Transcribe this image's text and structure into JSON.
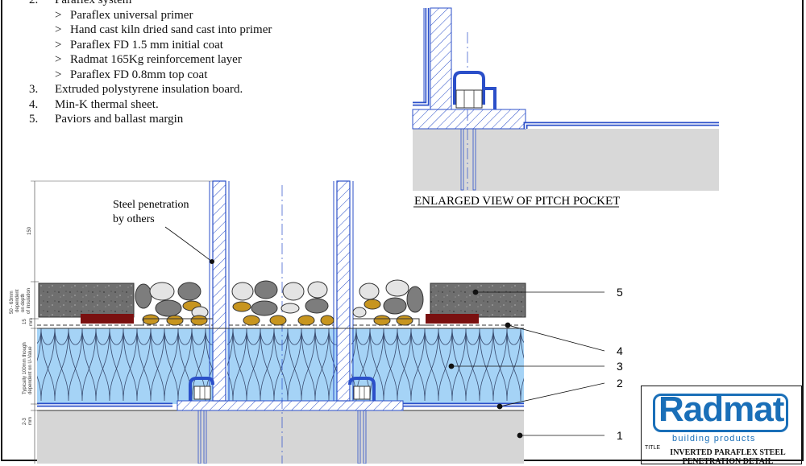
{
  "notes": {
    "items": [
      {
        "num": "2.",
        "text": "Paraflex system"
      },
      {
        "sub": "Paraflex universal primer"
      },
      {
        "sub": "Hand cast kiln dried sand cast into primer"
      },
      {
        "sub": "Paraflex FD 1.5 mm initial coat"
      },
      {
        "sub": "Radmat 165Kg reinforcement layer"
      },
      {
        "sub": "Paraflex FD 0.8mm top coat"
      },
      {
        "num": "3.",
        "text": "Extruded polystyrene insulation board."
      },
      {
        "num": "4.",
        "text": "Min-K thermal sheet."
      },
      {
        "num": "5.",
        "text": "Paviors and ballast margin"
      }
    ],
    "bullet": ">"
  },
  "enlarged_title": "ENLARGED VIEW OF PITCH POCKET",
  "callout_steel": [
    "Steel penetration",
    "by others"
  ],
  "layer_labels": [
    "5",
    "4",
    "3",
    "2",
    "1"
  ],
  "dims": {
    "d150": "150",
    "paviors": [
      "50 - 63mm",
      "dependent",
      "on depth",
      "of insulation"
    ],
    "gap": [
      "15",
      "mm"
    ],
    "insulation": [
      "Typically 100mm though",
      "dependent on U-Value"
    ],
    "membrane": [
      "2-3",
      "mm"
    ]
  },
  "logo": {
    "name": "Radmat",
    "tagline": "building products"
  },
  "title_block": {
    "label": "TITLE",
    "title": "INVERTED PARAFLEX STEEL PENETRATION DETAIL"
  },
  "colors": {
    "membrane": "#2b4fc9",
    "insulation": "#9fcdf2",
    "concrete": "#d6d6d6",
    "reinforcement": "#7a1010",
    "gravel_gold": "#c7951f",
    "gravel_grey": "#7d7d7d"
  }
}
